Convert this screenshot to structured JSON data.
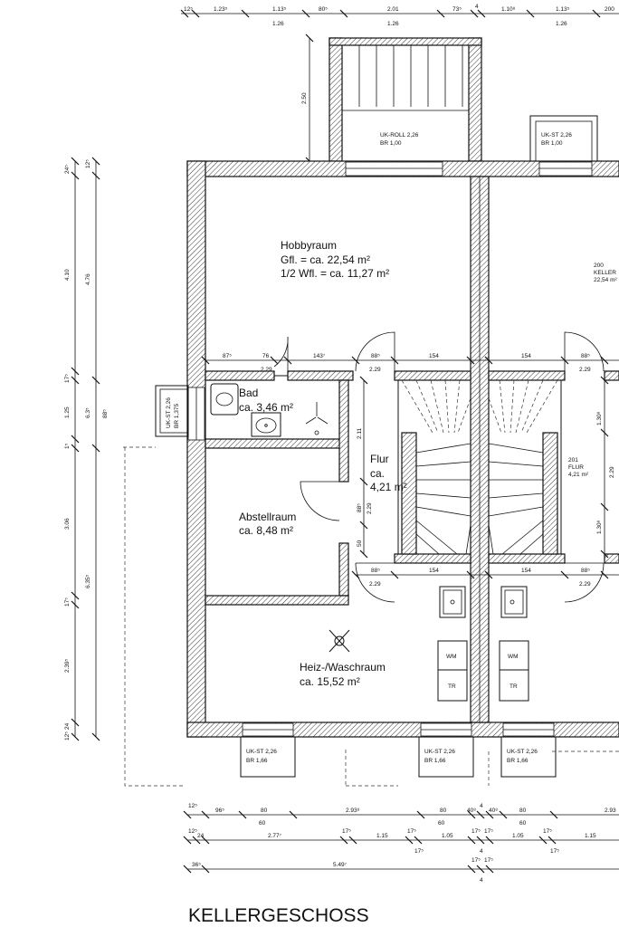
{
  "title": "KELLERGESCHOSS",
  "rooms": {
    "hobby": {
      "name": "Hobbyraum",
      "line1": "Gfl. = ca. 22,54 m²",
      "line2": "1/2 Wfl. = ca. 11,27 m²"
    },
    "bad": {
      "name": "Bad",
      "area": "ca. 3,46 m²"
    },
    "flur": {
      "name": "Flur",
      "ca": "ca.",
      "area": "4,21 m²"
    },
    "abstell": {
      "name": "Abstellraum",
      "area": "ca. 8,48 m²"
    },
    "heiz": {
      "name": "Heiz-/Waschraum",
      "area": "ca. 15,52 m²"
    },
    "keller_right": {
      "num": "200",
      "name": "KELLER",
      "area": "22,54 m²"
    },
    "flur_right": {
      "num": "201",
      "name": "FLUR",
      "area": "4,21 m²"
    }
  },
  "windows": {
    "ukroll": {
      "l1": "UK-ROLL 2,26",
      "l2": "BR 1,00"
    },
    "ukst_top": {
      "l1": "UK-ST 2,26",
      "l2": "BR 1,00"
    },
    "ukst_left": {
      "l1": "UK-ST 2,26",
      "l2": "BR 1,375"
    },
    "ukst_b1": {
      "l1": "UK-ST 2,26",
      "l2": "BR 1,66"
    },
    "ukst_b2": {
      "l1": "UK-ST 2,26",
      "l2": "BR 1,66"
    },
    "ukst_b3": {
      "l1": "UK-ST 2,26",
      "l2": "BR 1,66"
    }
  },
  "appliances": {
    "wm": "WM",
    "tr": "TR"
  },
  "dims_top": {
    "row1": [
      "12⁵",
      "1.23⁵",
      "1.13⁵",
      "80⁵",
      "2.01",
      "73⁵",
      "4",
      "1.10⁸",
      "1.13⁵",
      "200"
    ],
    "row2": [
      "1.26",
      "1.26",
      "1.26"
    ],
    "stair_h": "2.50"
  },
  "dims_inner": {
    "top_left": [
      "87⁵",
      "76",
      "143⁷",
      "88⁵",
      "154",
      "154",
      "88⁵"
    ],
    "top_left_sub": [
      "2.29",
      "2.29",
      "2.29"
    ],
    "bottom": [
      "88⁵",
      "154",
      "154",
      "88⁵"
    ],
    "bottom_sub": [
      "2.29",
      "2.29"
    ],
    "v_flur": [
      "2.11",
      "88⁵",
      "2.29",
      "50"
    ],
    "v_right": [
      "1.30⁸",
      "2.29",
      "1.30⁸"
    ]
  },
  "dims_left": {
    "outer": [
      "24⁵",
      "12⁵",
      "4.10",
      "17⁵",
      "1.25",
      "1⁵",
      "3.06",
      "17⁵",
      "2.39⁵",
      "24",
      "12⁵"
    ],
    "mid": [
      "4.76",
      "6.3⁵",
      "6.35⁵"
    ],
    "inner": [
      "88⁵"
    ]
  },
  "dims_bottom": {
    "row1": [
      "12⁵",
      "96⁵",
      "80",
      "2.93⁸",
      "80",
      "40⁸",
      "4",
      "40⁸",
      "80",
      "2.93"
    ],
    "row1_sub": [
      "60",
      "60",
      "60"
    ],
    "row2": [
      "12⁵",
      "24",
      "2.77⁷",
      "17⁵",
      "1.15",
      "17⁵",
      "1.05",
      "17⁵",
      "17⁵",
      "1.05",
      "17⁵",
      "1.15"
    ],
    "row2_sub": [
      "17⁵",
      "4",
      "17⁵"
    ],
    "row3": [
      "36⁵",
      "5.49⁷",
      "17⁵",
      "17⁵"
    ],
    "row3_sub": [
      "4"
    ]
  }
}
